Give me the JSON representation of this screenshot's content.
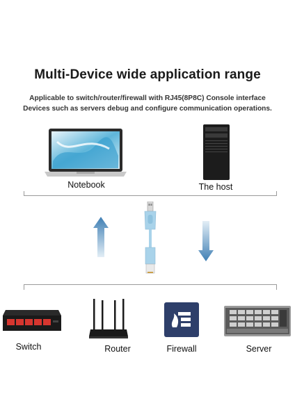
{
  "title": "Multi-Device wide application range",
  "subtitle_line1": "Applicable to switch/router/firewall with RJ45(8P8C) Console interface",
  "subtitle_line2": "Devices such as servers debug and configure communication operations.",
  "top_devices": [
    {
      "label": "Notebook",
      "icon": "laptop-icon"
    },
    {
      "label": "The host",
      "icon": "desktop-tower-icon"
    }
  ],
  "bottom_devices": [
    {
      "label": "Switch",
      "icon": "network-switch-icon"
    },
    {
      "label": "Router",
      "icon": "wifi-router-icon"
    },
    {
      "label": "Firewall",
      "icon": "firewall-icon"
    },
    {
      "label": "Server",
      "icon": "rack-server-icon"
    }
  ],
  "colors": {
    "arrow": "#3f7fb4",
    "cable": "#a9d3ea",
    "firewall_bg": "#2e3f6a",
    "switch_port": "#d6362f"
  }
}
